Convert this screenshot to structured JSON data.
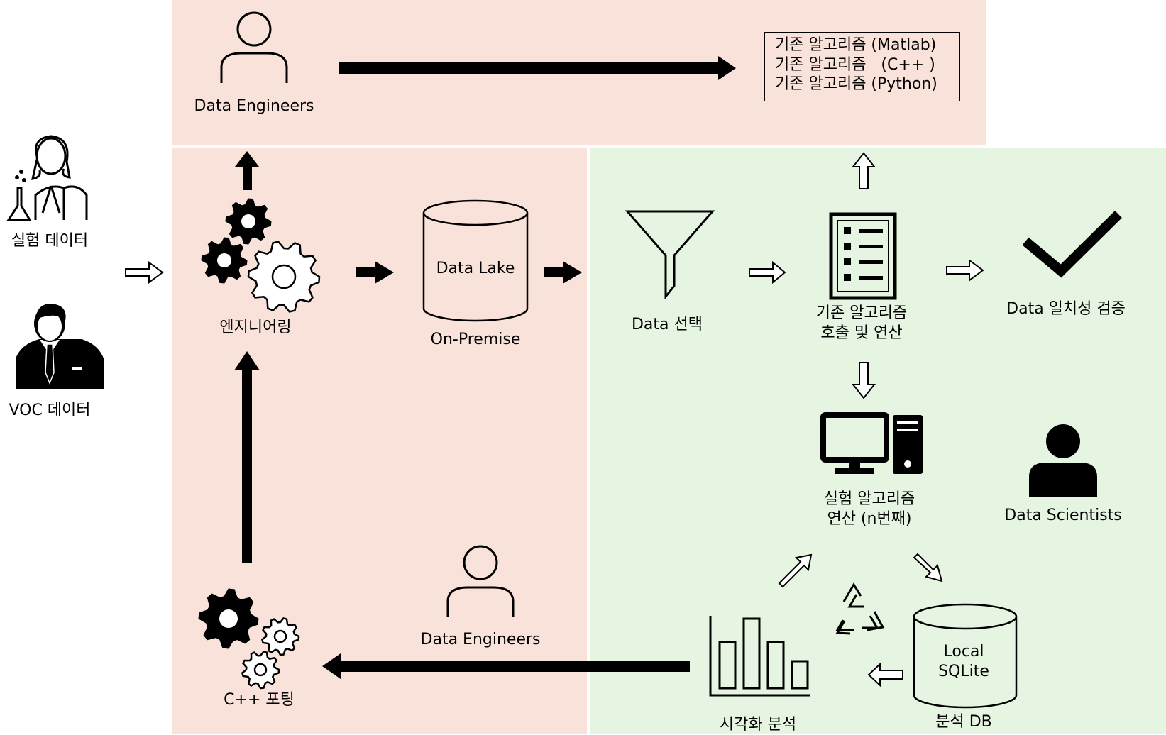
{
  "people": {
    "experiment_label": "실험 데이터",
    "voc_label": "VOC 데이터",
    "engineers_top_label": "Data Engineers",
    "engineers_bottom_label": "Data Engineers",
    "scientists_label": "Data Scientists"
  },
  "nodes": {
    "engineering": "엔지니어링",
    "data_lake": "Data Lake",
    "on_premise": "On-Premise",
    "data_select": "Data 선택",
    "legacy_call_line1": "기존 알고리즘",
    "legacy_call_line2": "호출 및 연산",
    "verify": "Data 일치성 검증",
    "exp_algo_line1": "실험 알고리즘",
    "exp_algo_line2": "연산 (n번째)",
    "local_db_line1": "Local",
    "local_db_line2": "SQLite",
    "analysis_db": "분석 DB",
    "visual_analysis": "시각화 분석",
    "cpp_porting": "C++ 포팅"
  },
  "legacy_algorithms": [
    "기존 알고리즘 (Matlab)",
    "기존 알고리즘   (C++ )",
    "기존 알고리즘 (Python)"
  ],
  "colors": {
    "engineering_zone": "#f9e2d9",
    "science_zone": "#e6f5e1",
    "stroke": "#000000"
  },
  "icons": [
    "scientist-icon",
    "businessman-icon",
    "user-outline-icon",
    "gears-icon",
    "cylinder-icon",
    "funnel-icon",
    "checklist-icon",
    "checkmark-icon",
    "computer-icon",
    "user-solid-icon",
    "recycle-icon",
    "bar-chart-icon"
  ]
}
